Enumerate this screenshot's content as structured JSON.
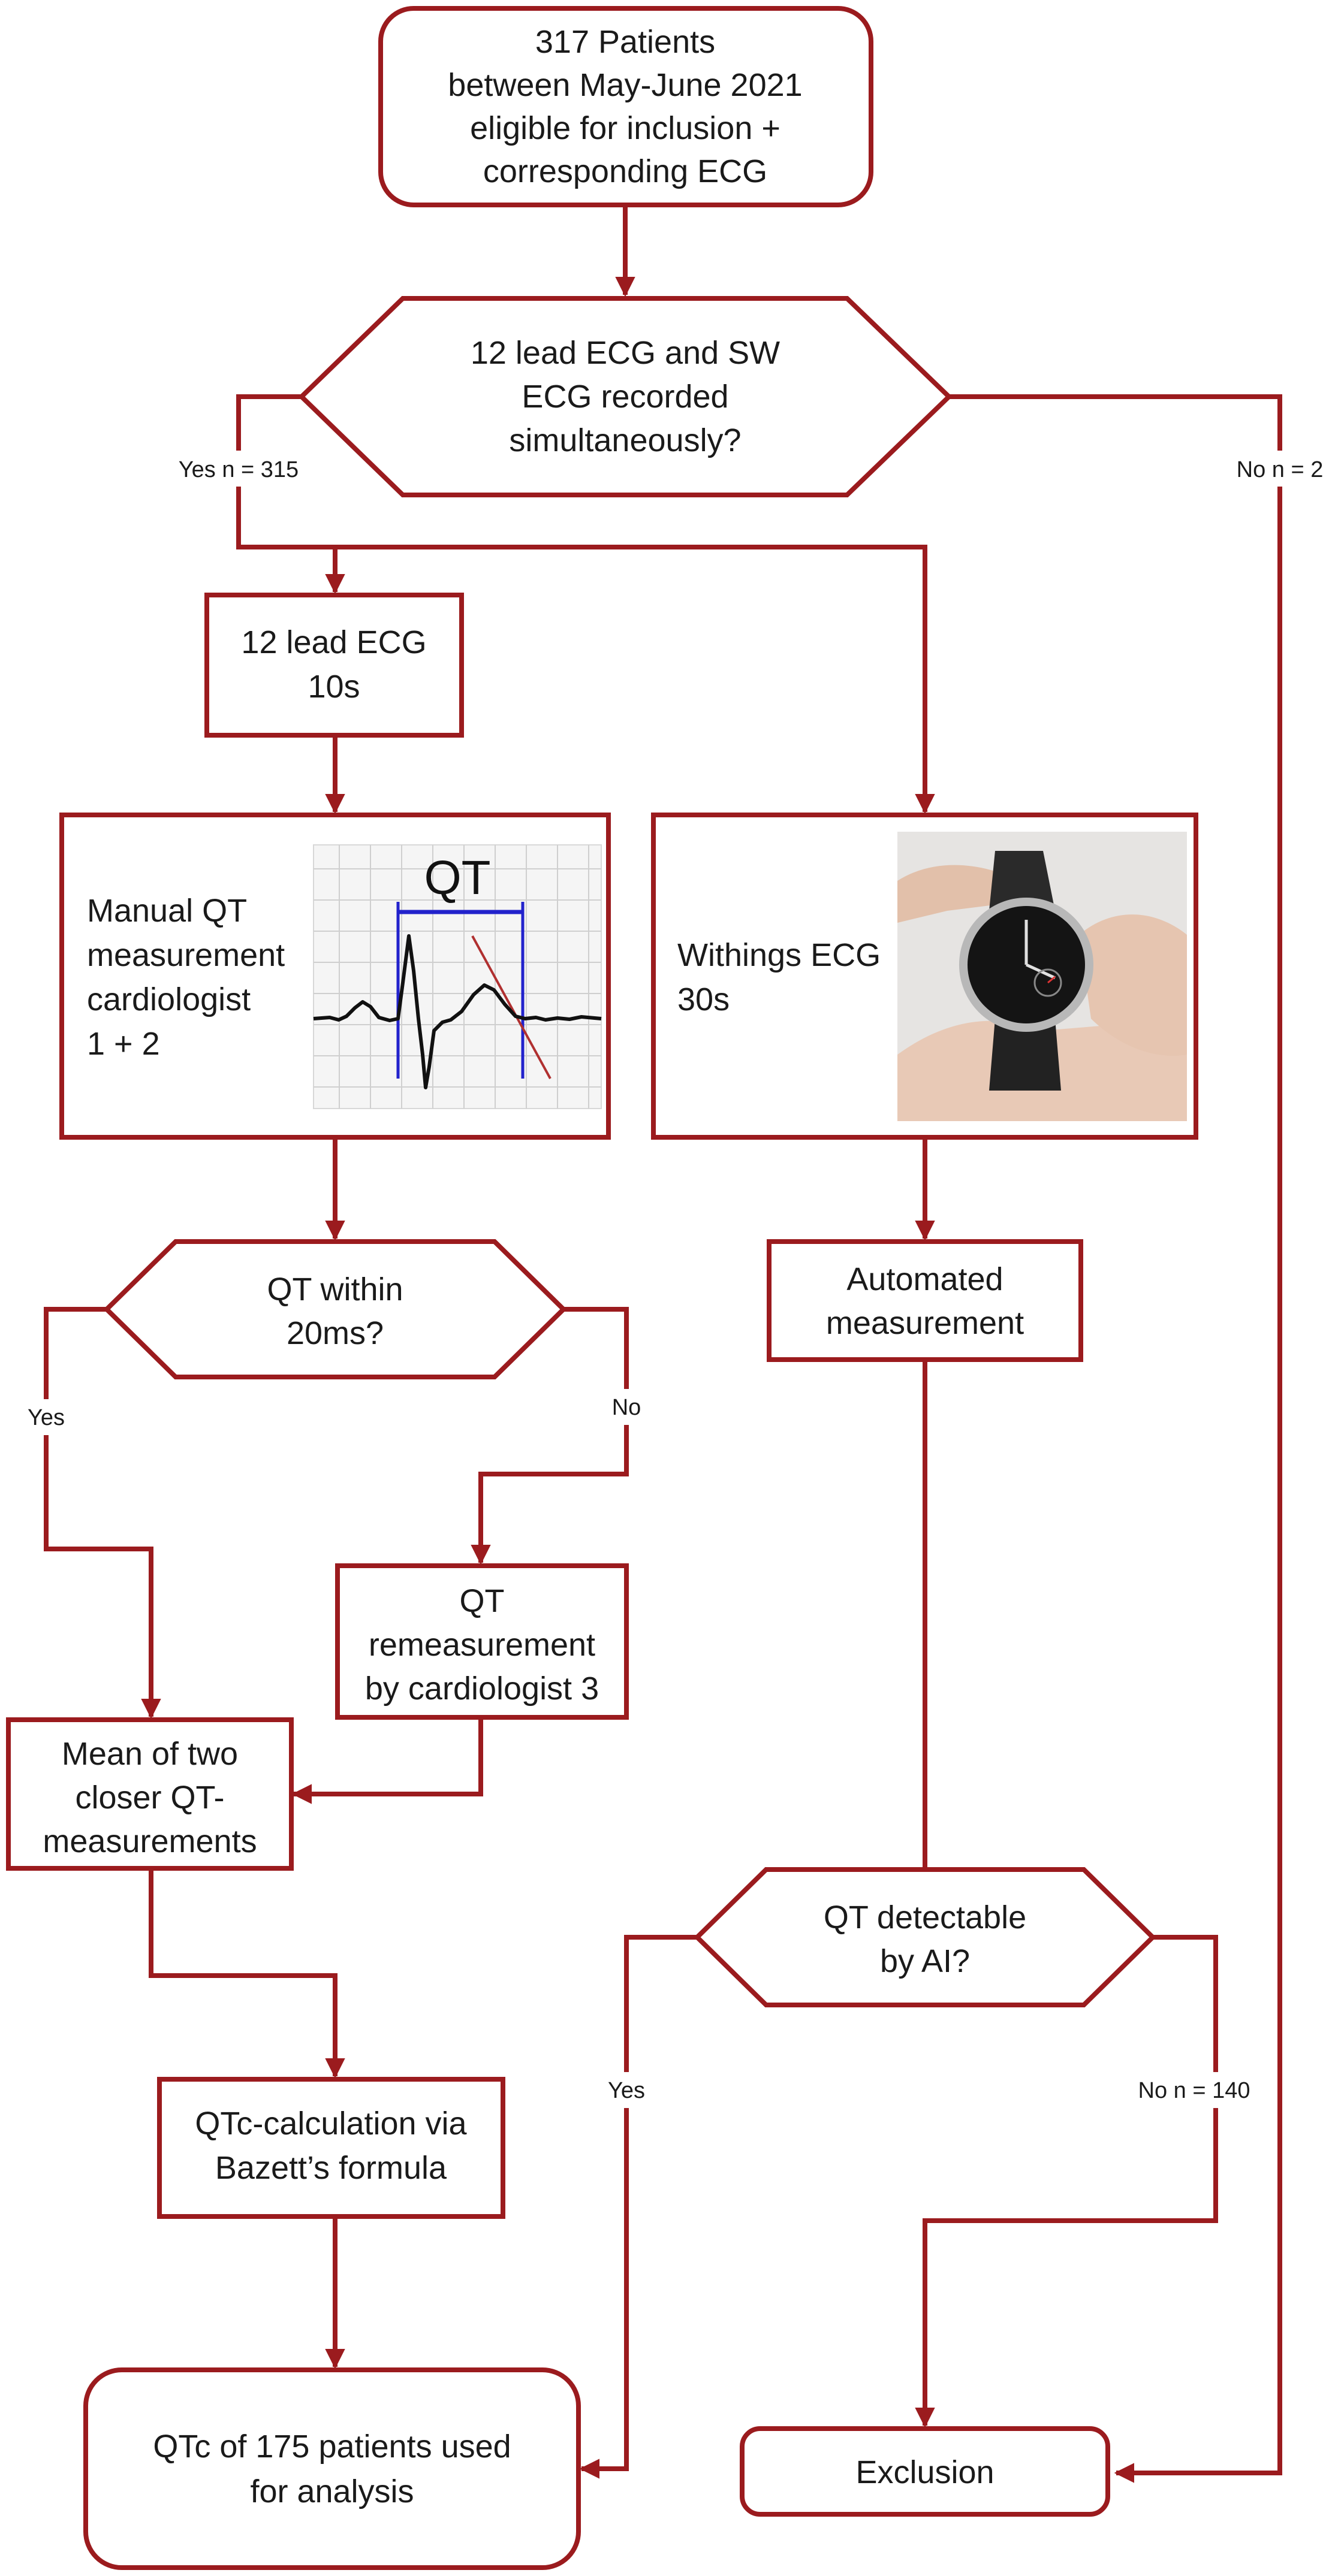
{
  "colors": {
    "accent": "#9b1b1e",
    "text": "#1a1a1a",
    "ecg_trace": "#111111",
    "qt_marker": "#2222cc",
    "t_tangent": "#b03030"
  },
  "nodes": {
    "start": [
      "317 Patients",
      "between May-June 2021",
      "eligible for inclusion +",
      "corresponding ECG"
    ],
    "decision_simultaneous": [
      "12 lead ECG and SW",
      "ECG recorded",
      "simultaneously?"
    ],
    "ecg12": [
      "12 lead ECG",
      "10s"
    ],
    "manual_qt": [
      "Manual QT",
      "measurement",
      "cardiologist",
      "1 + 2"
    ],
    "qt_figure_label": "QT",
    "withings": [
      "Withings ECG",
      "30s"
    ],
    "photo_icon": "smartwatch-photo-icon",
    "decision_within20": [
      "QT within",
      "20ms?"
    ],
    "automated": [
      "Automated",
      "measurement"
    ],
    "remeasure": [
      "QT",
      "remeasurement",
      "by cardiologist 3"
    ],
    "mean": [
      "Mean of two",
      "closer QT-",
      "measurements"
    ],
    "qtc_calc": [
      "QTc-calculation via",
      "Bazett’s formula"
    ],
    "decision_ai": [
      "QT detectable",
      "by AI?"
    ],
    "final": [
      "QTc of 175 patients used",
      "for analysis"
    ],
    "exclusion": [
      "Exclusion"
    ]
  },
  "edge_labels": {
    "yes_315": "Yes n = 315",
    "no_2": "No n = 2",
    "yes_within": "Yes",
    "no_within": "No",
    "yes_ai": "Yes",
    "no_140": "No n = 140"
  }
}
